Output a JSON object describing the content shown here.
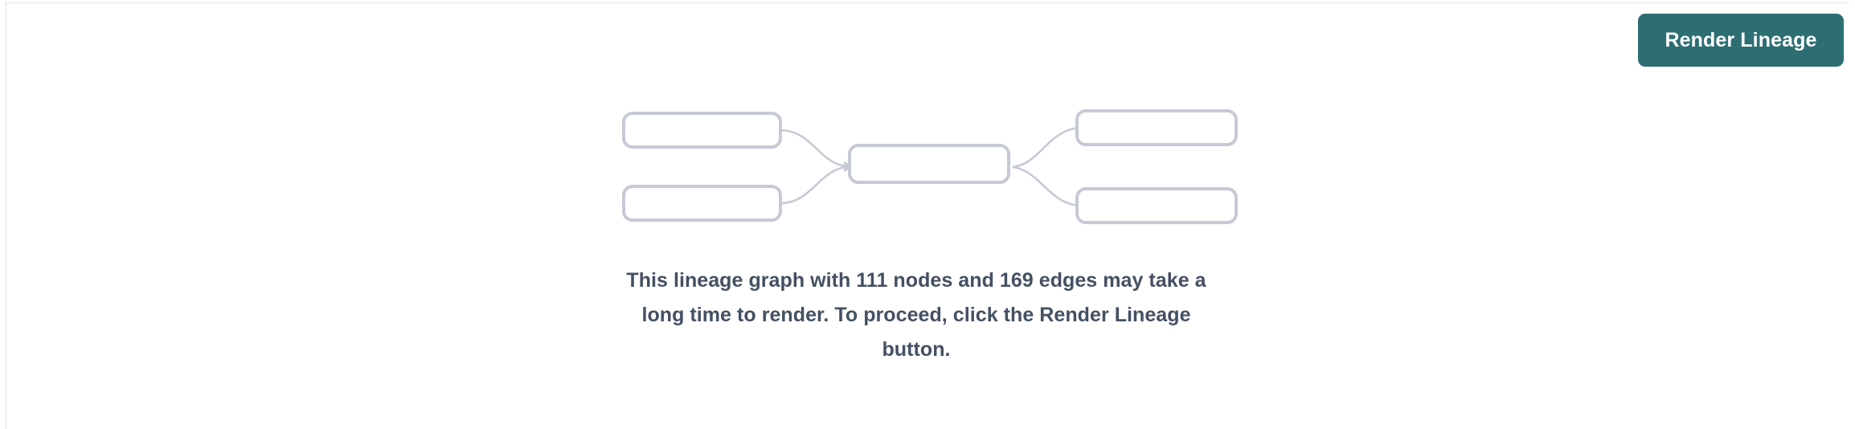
{
  "panel": {
    "background_color": "#ffffff",
    "border_color": "#e3e4e8"
  },
  "toolbar": {
    "render_lineage_label": "Render Lineage",
    "render_lineage_color": "#2d6e73",
    "render_lineage_text_color": "#ffffff"
  },
  "graph_placeholder": {
    "node_border_color": "#c5cad3",
    "node_fill_color": "#ffffff",
    "edge_color": "#c5cad3",
    "nodes": [
      {
        "id": "upstream-1",
        "label": "",
        "column": "left",
        "row": 1
      },
      {
        "id": "upstream-2",
        "label": "",
        "column": "left",
        "row": 2
      },
      {
        "id": "focus",
        "label": "",
        "column": "center",
        "row": 1
      },
      {
        "id": "downstream-1",
        "label": "",
        "column": "right",
        "row": 1
      },
      {
        "id": "downstream-2",
        "label": "",
        "column": "right",
        "row": 2
      }
    ],
    "edges": [
      {
        "from": "upstream-1",
        "to": "focus"
      },
      {
        "from": "upstream-2",
        "to": "focus"
      },
      {
        "from": "focus",
        "to": "downstream-1"
      },
      {
        "from": "focus",
        "to": "downstream-2"
      }
    ]
  },
  "message": {
    "text": "This lineage graph with 111 nodes and 169 edges may take a long time to render. To proceed, click the Render Lineage button.",
    "node_count": 111,
    "edge_count": 169,
    "text_color": "#445063"
  }
}
